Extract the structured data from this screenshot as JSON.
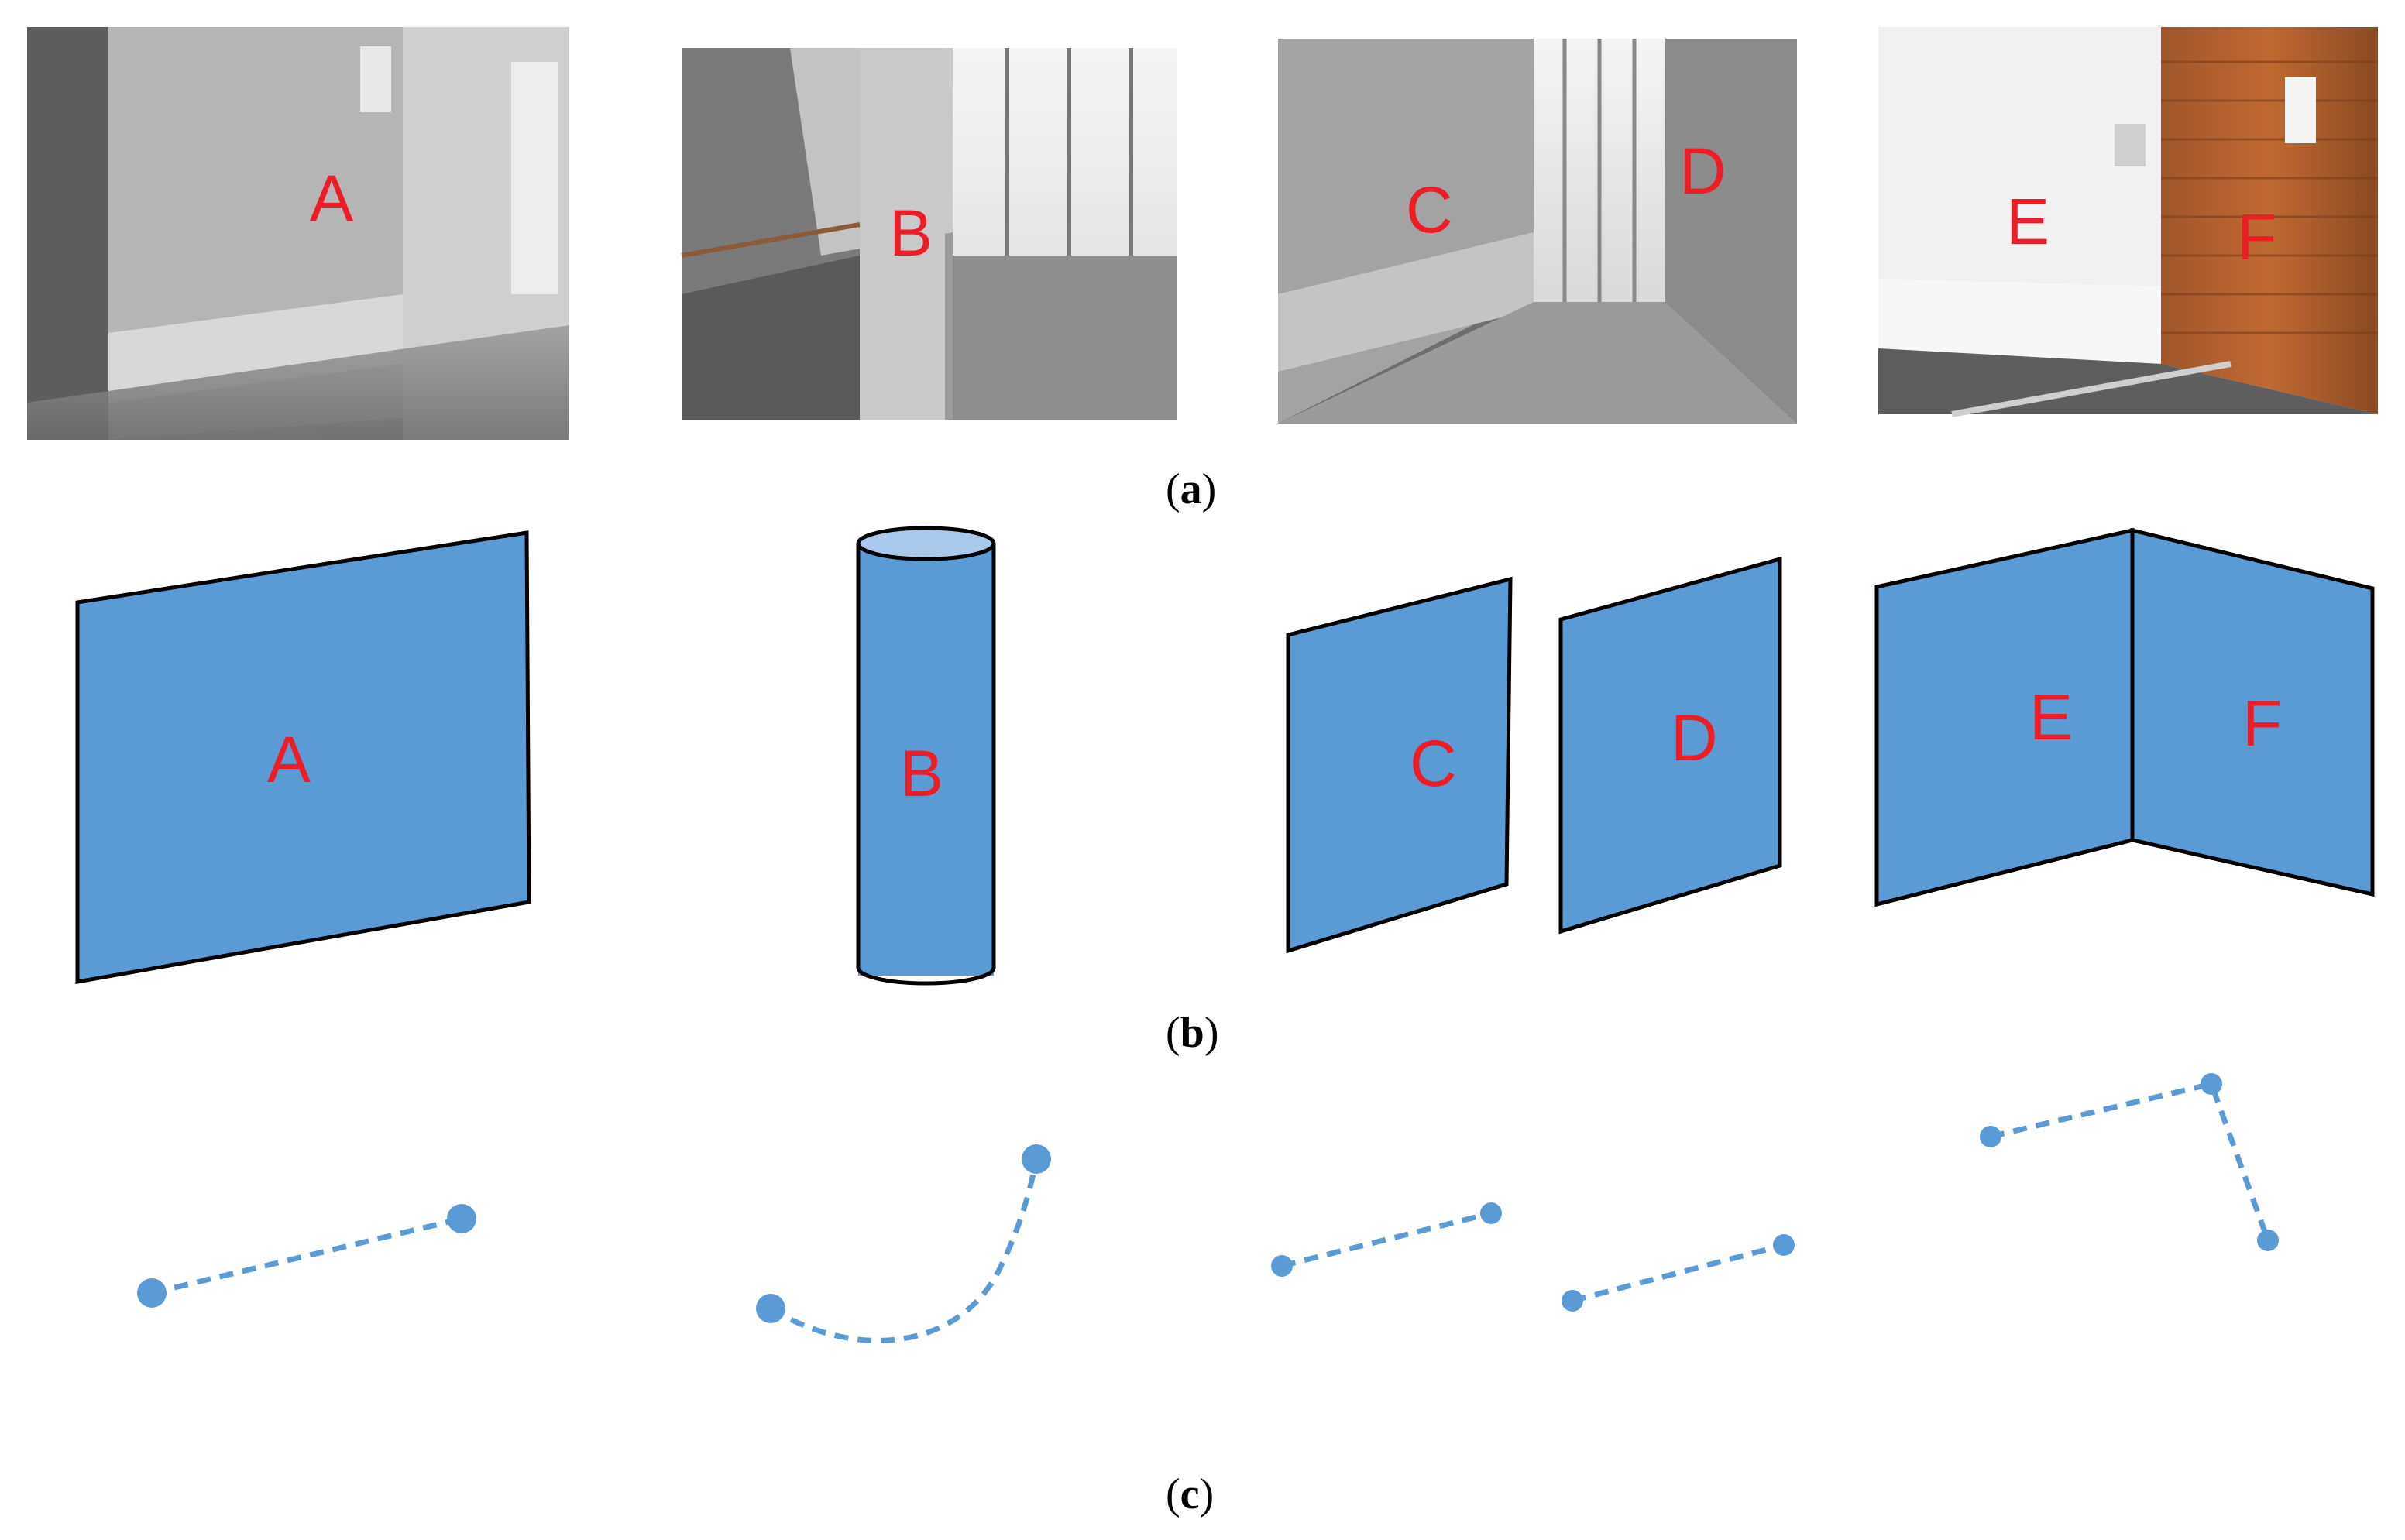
{
  "captions": {
    "a_open": "(",
    "a_letter": "a",
    "a_close": ")",
    "b_open": "(",
    "b_letter": "b",
    "b_close": ")",
    "c_open": "(",
    "c_letter": "c",
    "c_close": ")"
  },
  "photos": [
    {
      "id": "photo-1",
      "labels": [
        "A"
      ],
      "scene": "corridor-wall"
    },
    {
      "id": "photo-2",
      "labels": [
        "B"
      ],
      "scene": "atrium-column"
    },
    {
      "id": "photo-3",
      "labels": [
        "C",
        "D"
      ],
      "scene": "two-facing-walls"
    },
    {
      "id": "photo-4",
      "labels": [
        "E",
        "F"
      ],
      "scene": "wall-corner"
    }
  ],
  "shapes": {
    "a": "A",
    "b": "B",
    "c": "C",
    "d": "D",
    "e": "E",
    "f": "F"
  },
  "colors": {
    "label_red": "#ee1c24",
    "shape_blue": "#5b9bd5",
    "outline": "#000000"
  }
}
